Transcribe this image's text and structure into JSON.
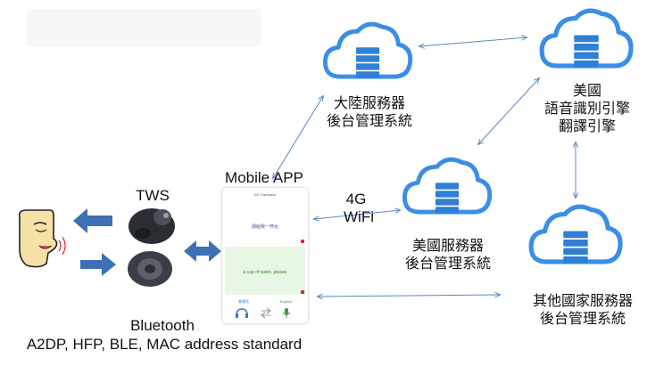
{
  "labels": {
    "tws": "TWS",
    "mobile_app": "Mobile APP",
    "net_line1": "4G",
    "net_line2": "WiFi",
    "bt_line1": "Bluetooth",
    "bt_line2": "A2DP, HFP, BLE, MAC address standard"
  },
  "servers": {
    "mainland": {
      "line1": "大陸服務器",
      "line2": "後台管理系統"
    },
    "us_engine": {
      "line1": "美國",
      "line2": "語音識別引擎",
      "line3": "翻譯引擎"
    },
    "us_server": {
      "line1": "美國服務器",
      "line2": "後台管理系統"
    },
    "other": {
      "line1": "其他國家服務器",
      "line2": "後台管理系統"
    }
  },
  "phone_screen": {
    "title": "DS Translator",
    "source_text": "請給我一杯水",
    "translated_text": "a cup of water, please",
    "lang_left": "普通话",
    "lang_right": "English"
  },
  "colors": {
    "cloud_blue": "#3a8ee6",
    "server_blue": "#2f7fd6",
    "arrow_blue": "#3f6fb5",
    "link_blue": "#5b86c4"
  }
}
